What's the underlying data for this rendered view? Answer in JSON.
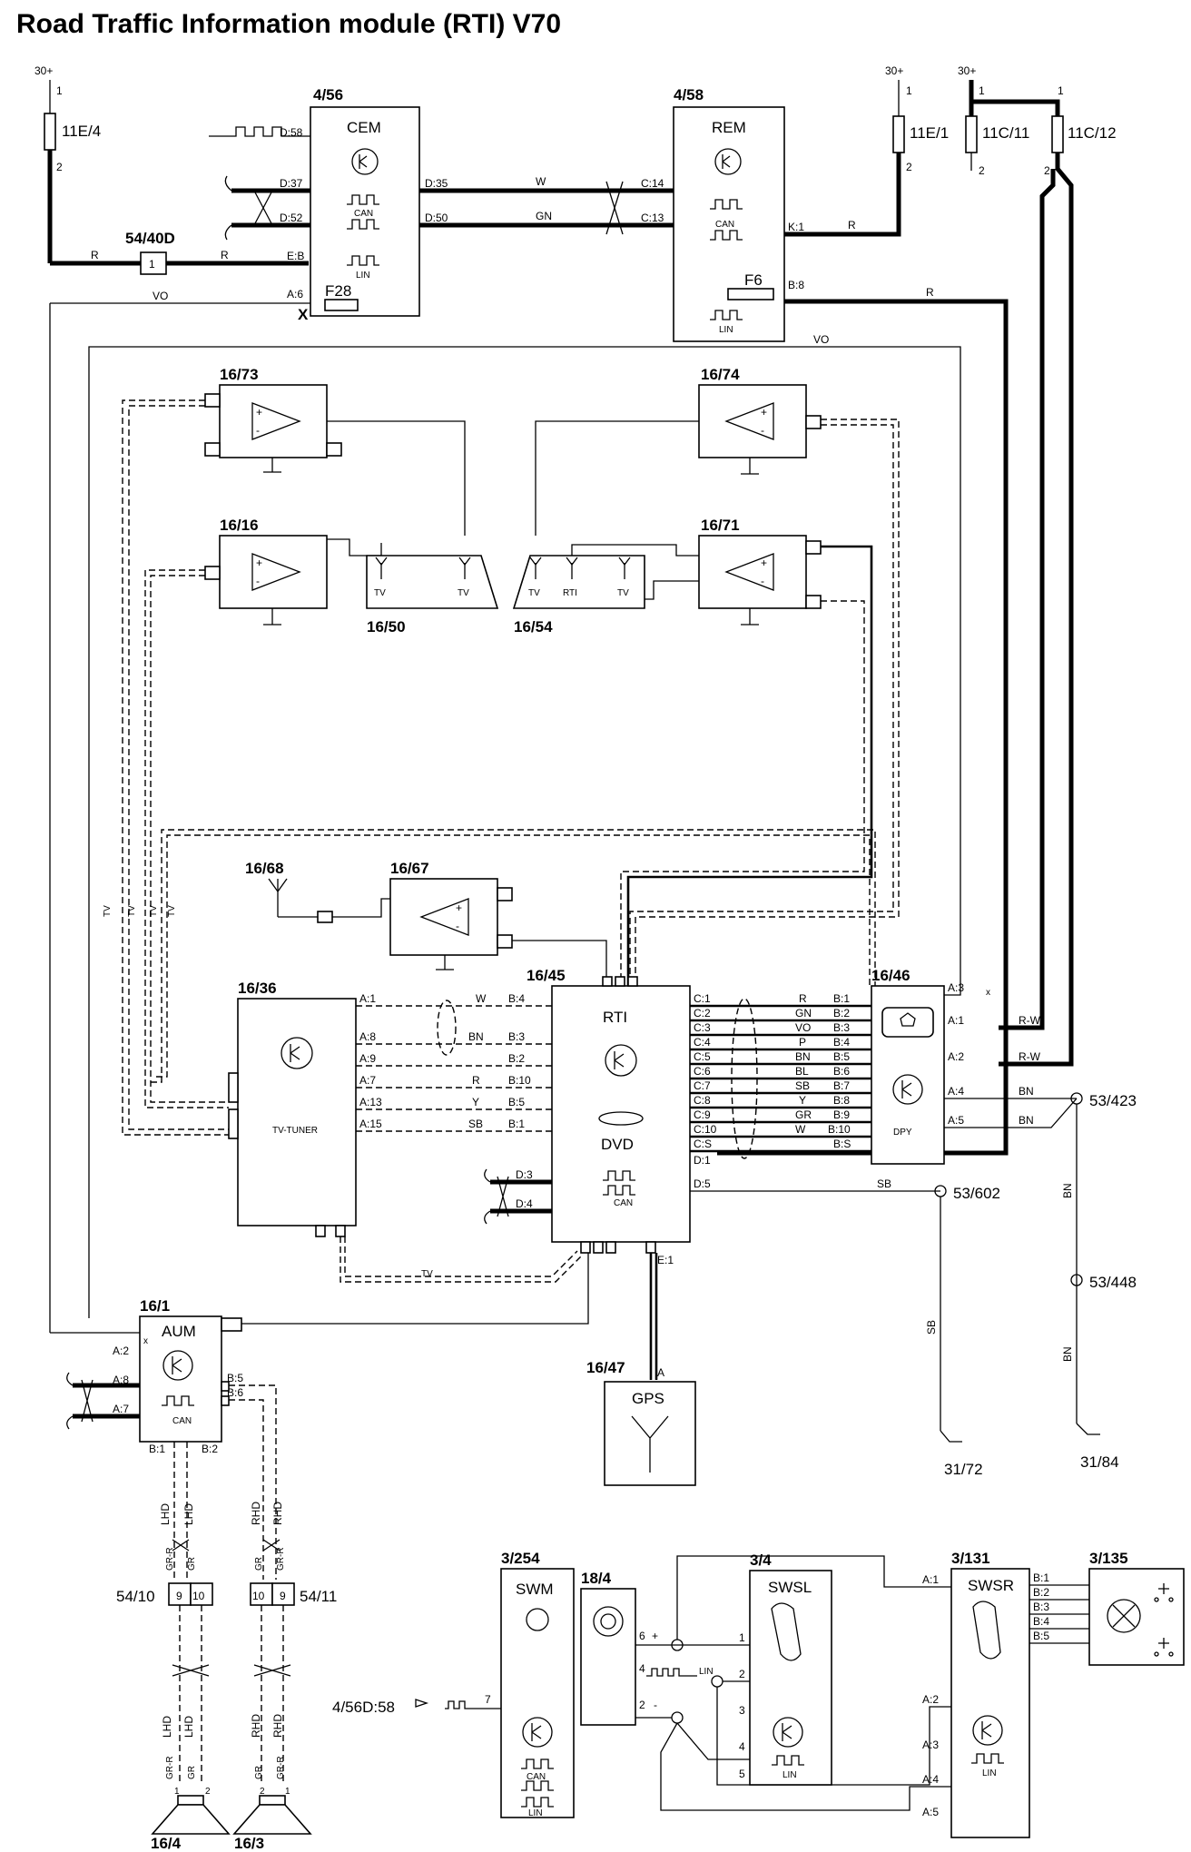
{
  "title": "Road Traffic Information module (RTI) V70",
  "supply": {
    "plus30": "30+",
    "pin1": "1",
    "pin2": "2"
  },
  "fuses": {
    "f11e4": "11E/4",
    "f11e1": "11E/1",
    "f11c11": "11C/11",
    "f11c12": "11C/12",
    "f28": "F28",
    "f6": "F6"
  },
  "components": {
    "cem": {
      "id": "4/56",
      "name": "CEM",
      "can": "CAN",
      "lin": "LIN",
      "pins": [
        "D:58",
        "D:37",
        "D:52",
        "E:B",
        "A:6",
        "D:35",
        "D:50",
        "X"
      ]
    },
    "rem": {
      "id": "4/58",
      "name": "REM",
      "can": "CAN",
      "lin": "LIN",
      "pins": [
        "C:14",
        "C:13",
        "K:1",
        "B:8"
      ]
    },
    "relay": {
      "id": "54/40D",
      "num": "1"
    },
    "amp_73": {
      "id": "16/73"
    },
    "amp_74": {
      "id": "16/74"
    },
    "amp_16": {
      "id": "16/16"
    },
    "amp_71": {
      "id": "16/71"
    },
    "ant_50": {
      "id": "16/50",
      "labels": [
        "TV",
        "TV"
      ]
    },
    "ant_54": {
      "id": "16/54",
      "labels": [
        "TV",
        "RTI",
        "TV"
      ]
    },
    "ant_68": {
      "id": "16/68"
    },
    "amp_67": {
      "id": "16/67"
    },
    "tuner": {
      "id": "16/36",
      "name": "TV-TUNER",
      "pins": [
        "A:1",
        "A:8",
        "A:9",
        "A:7",
        "A:13",
        "A:15"
      ]
    },
    "rti": {
      "id": "16/45",
      "name": "RTI",
      "dvd": "DVD",
      "can": "CAN",
      "pins_left": [
        "B:4",
        "B:3",
        "B:2",
        "B:10",
        "B:5",
        "B:1",
        "D:3",
        "D:4"
      ],
      "pins_right": [
        "C:1",
        "C:2",
        "C:3",
        "C:4",
        "C:5",
        "C:6",
        "C:7",
        "C:8",
        "C:9",
        "C:10",
        "C:S",
        "D:1"
      ],
      "d5": "D:5",
      "e1": "E:1"
    },
    "dpy": {
      "id": "16/46",
      "name": "DPY",
      "pins_left": [
        "B:1",
        "B:2",
        "B:3",
        "B:4",
        "B:5",
        "B:6",
        "B:7",
        "B:8",
        "B:9",
        "B:10",
        "B:S"
      ],
      "pins_right": [
        "A:3",
        "A:1",
        "A:2",
        "A:4",
        "A:5"
      ]
    },
    "aum": {
      "id": "16/1",
      "name": "AUM",
      "can": "CAN",
      "pins": [
        "A:2",
        "A:8",
        "A:7",
        "B:5",
        "B:6",
        "B:1",
        "B:2",
        "x"
      ]
    },
    "gps": {
      "id": "16/47",
      "name": "GPS",
      "pin": "A"
    },
    "spk_left": {
      "id": "16/4"
    },
    "spk_right": {
      "id": "16/3"
    },
    "conn_10": {
      "id": "54/10",
      "pins": [
        "9",
        "10"
      ]
    },
    "conn_11": {
      "id": "54/11",
      "pins": [
        "10",
        "9"
      ]
    },
    "swm": {
      "id": "3/254",
      "name": "SWM",
      "can": "CAN",
      "lin": "LIN",
      "pin": "7"
    },
    "clock": {
      "id": "18/4",
      "pins": [
        "6",
        "4",
        "2",
        "+",
        "-"
      ],
      "lin": "LIN"
    },
    "swsl": {
      "id": "3/4",
      "name": "SWSL",
      "lin": "LIN",
      "pins": [
        "1",
        "2",
        "3",
        "4",
        "5"
      ]
    },
    "swsr": {
      "id": "3/131",
      "name": "SWSR",
      "lin": "LIN",
      "pins_left": [
        "A:1",
        "A:2",
        "A:3",
        "A:4",
        "A:5"
      ],
      "pins_right": [
        "B:1",
        "B:2",
        "B:3",
        "B:4",
        "B:5"
      ]
    },
    "sw_135": {
      "id": "3/135"
    },
    "ref_cem": "4/56D:58"
  },
  "grounds": {
    "g53_423": "53/423",
    "g53_602": "53/602",
    "g53_448": "53/448",
    "g31_72": "31/72",
    "g31_84": "31/84"
  },
  "wire_colors": {
    "R": "R",
    "VO": "VO",
    "W": "W",
    "GN": "GN",
    "BN": "BN",
    "Y": "Y",
    "SB": "SB",
    "P": "P",
    "BL": "BL",
    "GR": "GR",
    "RW": "R-W",
    "TV": "TV",
    "LHD": "LHD",
    "RHD": "RHD",
    "GRR": "GR-R"
  }
}
